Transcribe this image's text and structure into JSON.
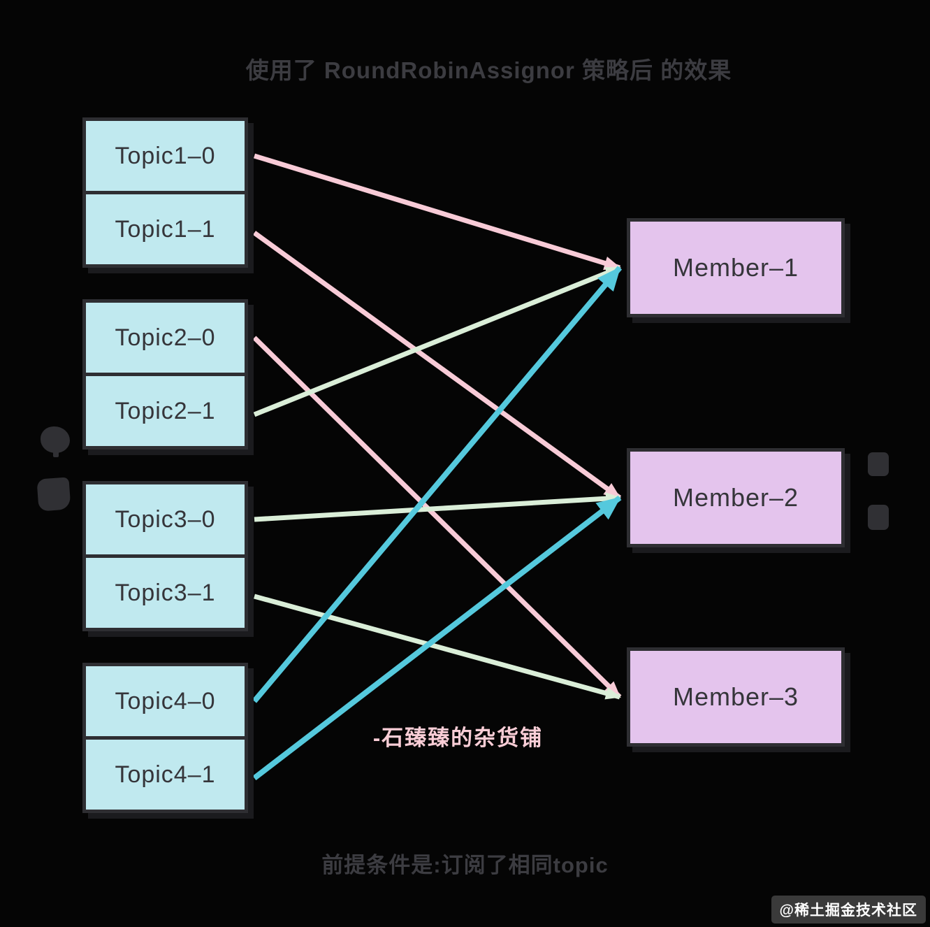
{
  "title": {
    "text": "使用了 RoundRobinAssignor 策略后 的效果"
  },
  "footer_caption": {
    "text": "前提条件是:订阅了相同topic"
  },
  "center_watermark": {
    "text": "-石臻臻的杂货铺"
  },
  "badge": {
    "text": "@稀土掘金技术社区"
  },
  "colors": {
    "background": "#050505",
    "topic_fill": "#c0e9ef",
    "member_fill": "#e4c4ed",
    "box_border": "#2e2e32",
    "dark_text": "#3c3c41",
    "pink_arrow": "#f8cbd7",
    "green_arrow": "#daeed8",
    "teal_arrow": "#55c9dd",
    "watermark_pink": "#f9cdd6"
  },
  "topics": {
    "groups": [
      {
        "name": "Topic1",
        "partitions": [
          "Topic1–0",
          "Topic1–1"
        ]
      },
      {
        "name": "Topic2",
        "partitions": [
          "Topic2–0",
          "Topic2–1"
        ]
      },
      {
        "name": "Topic3",
        "partitions": [
          "Topic3–0",
          "Topic3–1"
        ]
      },
      {
        "name": "Topic4",
        "partitions": [
          "Topic4–0",
          "Topic4–1"
        ]
      }
    ]
  },
  "members": [
    "Member–1",
    "Member–2",
    "Member–3"
  ],
  "edges": [
    {
      "from": "Topic1–0",
      "to": "Member–1",
      "color": "pink_arrow"
    },
    {
      "from": "Topic1–1",
      "to": "Member–2",
      "color": "pink_arrow"
    },
    {
      "from": "Topic2–0",
      "to": "Member–3",
      "color": "pink_arrow"
    },
    {
      "from": "Topic2–1",
      "to": "Member–1",
      "color": "green_arrow"
    },
    {
      "from": "Topic3–0",
      "to": "Member–2",
      "color": "green_arrow"
    },
    {
      "from": "Topic3–1",
      "to": "Member–3",
      "color": "green_arrow"
    },
    {
      "from": "Topic4–0",
      "to": "Member–1",
      "color": "teal_arrow"
    },
    {
      "from": "Topic4–1",
      "to": "Member–2",
      "color": "teal_arrow"
    }
  ]
}
